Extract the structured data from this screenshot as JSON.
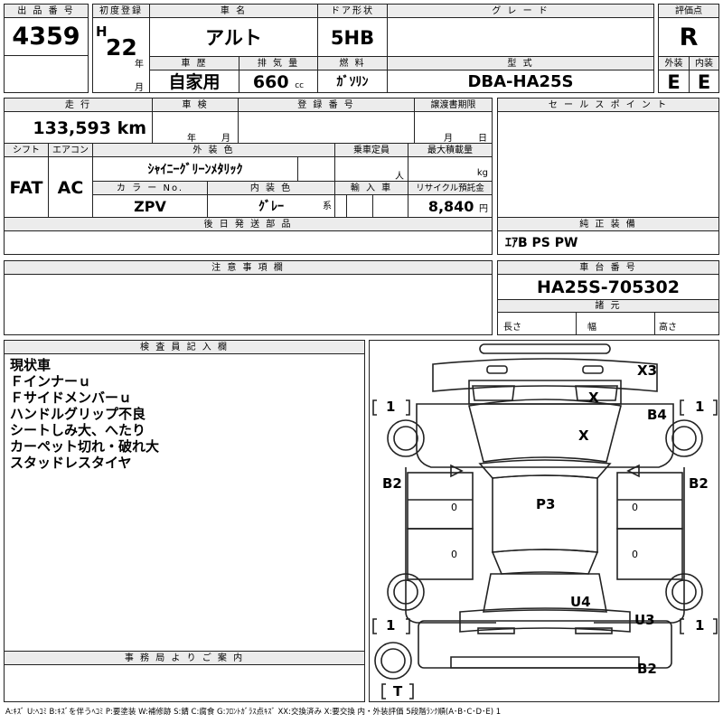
{
  "header": {
    "lot_no_label": "出 品 番 号",
    "lot_no": "4359",
    "first_reg_label": "初度登録",
    "era": "H",
    "first_reg_year": "22",
    "year_suffix": "年",
    "month_suffix": "月",
    "car_name_label": "車 名",
    "car_name": "アルト",
    "door_label": "ドア形状",
    "door": "5HB",
    "grade_label": "グ レ ー ド",
    "grade": "",
    "score_label": "評価点",
    "score": "R",
    "history_label": "車 歴",
    "history": "自家用",
    "displacement_label": "排 気 量",
    "displacement": "660",
    "displacement_unit": "cc",
    "fuel_label": "燃 料",
    "fuel": "ｶﾞｿﾘﾝ",
    "model_label": "型 式",
    "model": "DBA-HA25S",
    "exterior_label": "外装",
    "exterior": "E",
    "interior_label": "内装",
    "interior": "E"
  },
  "row2": {
    "mileage_label": "走 行",
    "mileage": "133,593",
    "mileage_unit": "km",
    "inspection_label": "車 検",
    "year_suffix": "年",
    "month_suffix": "月",
    "reg_no_label": "登 録 番 号",
    "transfer_label": "譲渡書期限",
    "transfer_month": "月",
    "transfer_day": "日",
    "sales_point_label": "セ ー ル ス ポ イ ン ト",
    "shift_label": "シフト",
    "shift": "FAT",
    "ac_label": "エアコン",
    "ac": "AC",
    "ext_color_label": "外 装 色",
    "ext_color": "ｼｬｲﾆｰｸﾞﾘｰﾝﾒﾀﾘｯｸ",
    "capacity_label": "乗車定員",
    "capacity_unit": "人",
    "max_load_label": "最大積載量",
    "max_load_unit": "kg",
    "color_no_label": "カ ラ ー No.",
    "color_no": "ZPV",
    "int_color_label": "内 装 色",
    "int_color": "ｸﾞﾚｰ",
    "int_color_suffix": "系",
    "import_label": "輸 入 車",
    "recycle_label": "リサイクル預託金",
    "recycle": "8,840",
    "recycle_unit": "円"
  },
  "row3": {
    "later_parts_label": "後 日 発 送 部 品",
    "equipment_label": "純 正 装 備",
    "equipment": "ｴｱB PS PW",
    "notes_label": "注 意 事 項 欄",
    "chassis_label": "車 台 番 号",
    "chassis_no": "HA25S-705302",
    "specs_label": "諸 元",
    "length_label": "長さ",
    "width_label": "幅",
    "height_label": "高さ"
  },
  "inspector": {
    "label": "検 査 員 記 入 欄",
    "lines": [
      "現状車",
      "Ｆインナーｕ",
      "Ｆサイドメンバーｕ",
      "ハンドルグリップ不良",
      "シートしみ大、へたり",
      "カーペット切れ・破れ大",
      "スタッドレスタイヤ"
    ],
    "office_label": "事 務 局 よ り ご 案 内"
  },
  "diagram_marks": {
    "x3": "X3",
    "x_windshield": "X",
    "x_hood": "X",
    "b4": "B4",
    "b2_left": "B2",
    "b2_right": "B2",
    "p3": "P3",
    "u4": "U4",
    "u3": "U3",
    "b2_rear": "B2",
    "tire_fl": "1",
    "tire_fr": "1",
    "tire_rl": "1",
    "tire_rr": "1",
    "spare": "T",
    "door_l1": "0",
    "door_l2": "0",
    "door_r1": "0",
    "door_r2": "0"
  },
  "legend": "A:ｷｽﾞ U:ﾍｺﾐ B:ｷｽﾞを伴うﾍｺﾐ P:要塗装 W:補修跡 S:錆 C:腐食 G:ﾌﾛﾝﾄｶﾞﾗｽ点ｷｽﾞ XX:交換済み X:要交換 内・外装評価 5段階ﾗﾝｸ順(A･B･C･D･E) 1"
}
